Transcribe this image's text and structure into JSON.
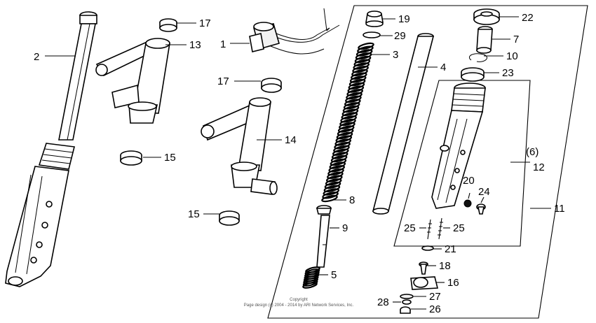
{
  "callouts": {
    "c1": "1",
    "c2": "2",
    "c3": "3",
    "c4": "4",
    "c5": "5",
    "c6": "(6)",
    "c7": "7",
    "c8": "8",
    "c9": "9",
    "c10": "10",
    "c11": "11",
    "c12": "12",
    "c13": "13",
    "c14": "14",
    "c15a": "15",
    "c15b": "15",
    "c16": "16",
    "c17a": "17",
    "c17b": "17",
    "c18": "18",
    "c19": "19",
    "c20": "20",
    "c21": "21",
    "c22": "22",
    "c23": "23",
    "c24": "24",
    "c25a": "25",
    "c25b": "25",
    "c26": "26",
    "c27": "27",
    "c28": "28",
    "c29": "29"
  },
  "copyright": {
    "line1": "Copyright",
    "line2": "Page design (c) 2004 - 2014 by ARI Network Services, Inc."
  }
}
